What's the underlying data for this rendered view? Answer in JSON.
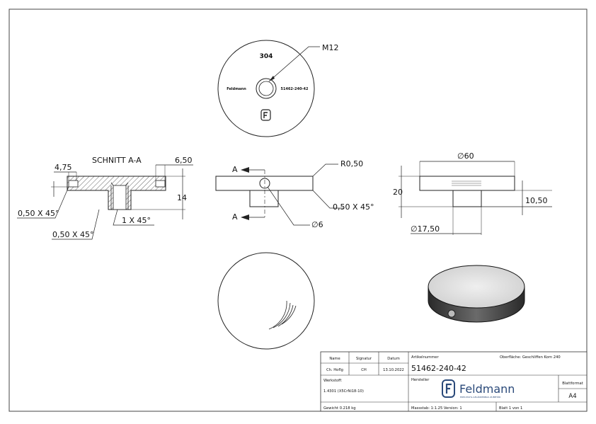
{
  "top_view": {
    "thread_label": "M12",
    "material_mark": "304",
    "brand_left": "Feldmann",
    "part_right": "51462-240-42"
  },
  "section_view": {
    "title": "SCHNITT A-A",
    "dim_left": "4,75",
    "dim_right": "6,50",
    "dim_height": "14",
    "chamfer_a": "0,50 X 45°",
    "chamfer_b": "0,50 X 45°",
    "chamfer_c": "1 X 45°"
  },
  "side_view": {
    "radius": "R0,50",
    "chamfer": "0,50 X 45°",
    "hole": "∅6",
    "section_mark": "A"
  },
  "right_view": {
    "diameter": "∅60",
    "height": "20",
    "height_lower": "10,50",
    "pin_diameter": "∅17,50"
  },
  "title_block": {
    "name_label": "Name",
    "sig_label": "Signatur",
    "date_label": "Datum",
    "name_value": "Ch. Hoflg",
    "sig_value": "CH",
    "date_value": "13.10.2022",
    "article_label": "Artikelnummer",
    "surface": "Oberfläche:  Geschliffen Korn 240",
    "article_number": "51462-240-42",
    "workshop_label": "Werkstoff:",
    "material": "1.4301 (X5CrNi18-10)",
    "manufacturer_label": "Hersteller",
    "company": "Feldmann",
    "company_tagline": "EDELSTAHL-GELÄNDERBAU-ZUBEHÖR",
    "sheet_format_label": "Blattformat",
    "sheet_format": "A4",
    "weight": "Gewicht 0.218 kg",
    "scale": "Massstab: 1:1.25   Version: 1",
    "sheet": "Blatt 1 von 1"
  }
}
